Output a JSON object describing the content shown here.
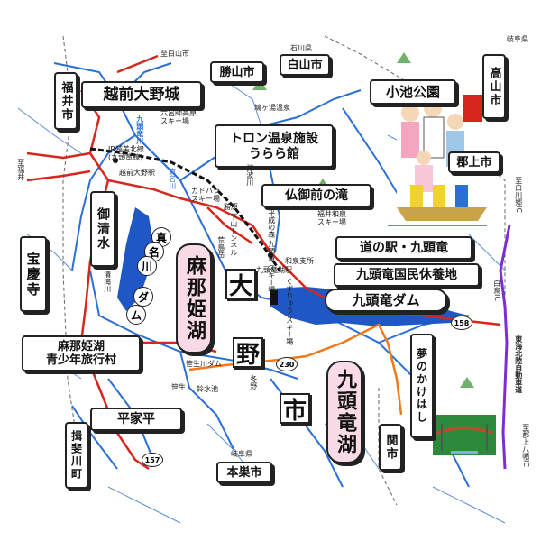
{
  "places": {
    "echizen_ono_castle": "越前大野城",
    "toron_onsen": [
      "トロン温泉施設",
      "うらら館"
    ],
    "hotoke_gozen": "仏御前の滝",
    "koike_koen": "小池公園",
    "michinoeki": "道の駅・九頭竜",
    "kuzuryu_kyukamura": "九頭竜国民休養地",
    "kuzuryu_dam": "九頭竜ダム",
    "manahime_lake": "麻那姫湖",
    "kuzuryu_lake": "九頭竜湖",
    "manahime_youth": [
      "麻那姫湖",
      "青少年旅行村"
    ],
    "heikedaira": "平家平",
    "hokyoji": "宝慶寺",
    "mishozu": "御清水",
    "manakawa_dam": [
      "真",
      "名",
      "川",
      "ダ",
      "ム"
    ],
    "yume_no_kakehashi": "夢のかけはし",
    "ono_city": [
      "大",
      "野",
      "市"
    ]
  },
  "cities": {
    "katsuyama": "勝山市",
    "hakusan": "白山市",
    "takayama": "高山市",
    "gujo": "郡上市",
    "fukui": "福井市",
    "seki": "関市",
    "motosu": "本巣市",
    "ibigawa": "揖斐川町"
  },
  "small_labels": {
    "to_hakusan": "至白山市",
    "to_fukui": "至福井",
    "to_shirakawago": "至白川郷IC",
    "to_gujo_hachiman": "至郡上八幡IC",
    "shirotori_ic": "白鳥IC",
    "tokai_hokuriku": "東海北陸自動車道",
    "rokuroshi": [
      "六呂師高原",
      "スキー場"
    ],
    "jr_line": [
      "JR越美北線",
      "(九頭竜線)"
    ],
    "echizen_ono_st": "越前大野駅",
    "kadohara": [
      "カドハラ",
      "スキー場"
    ],
    "katsuhara": "勝原",
    "hatogayu": "鳩ヶ湯温泉",
    "heisei_village": [
      "平成の森",
      "九頭竜",
      "スキー場"
    ],
    "fukui_izumi": [
      "福井和泉",
      "スキー場"
    ],
    "kuzuryu_jinja": "和泉支所",
    "kusuryu_onsen": [
      "くずりゅう",
      "スキー場"
    ],
    "kuzuryu_st": "九頭竜湖駅",
    "arashima": "荒島岳",
    "sasou": "笹生川ダム",
    "sasou2": "笹生",
    "kanmizu": "鈴水池",
    "hirasu": "冬野",
    "kuzuryu_river": "九頭竜川",
    "ishikawa_pref": "石川県",
    "gifu_pref": "岐阜県",
    "gifu_pref2": "岐阜県",
    "shimoyama_tunnel": "下山トンネル",
    "uchinami": "打波川",
    "shimizu": "清滝川",
    "maku": "真名川"
  },
  "routes": {
    "r157": "157",
    "r158": "158",
    "r230": "230"
  },
  "colors": {
    "road": "#d7261e",
    "river": "#2a6fd6",
    "lake": "#1f58c4",
    "orange_road": "#ee7a1b",
    "expressway": "#7b2fd1",
    "green_road": "#58a84a",
    "box_pink": "#f8dbe6"
  }
}
